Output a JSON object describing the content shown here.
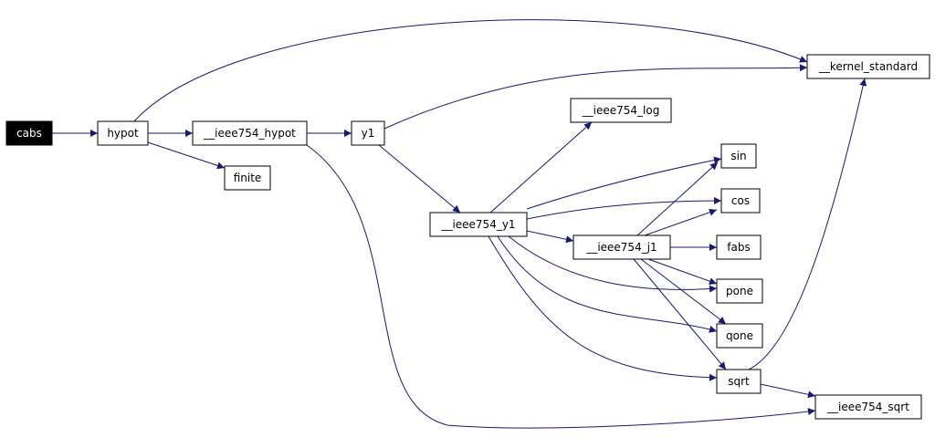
{
  "graph": {
    "colors": {
      "edge": "#191970",
      "node_fill": "#ffffff",
      "node_stroke": "#000000",
      "root_fill": "#000000",
      "root_text": "#ffffff",
      "text": "#000000"
    },
    "nodes": [
      {
        "id": "cabs",
        "label": "cabs",
        "root": true
      },
      {
        "id": "hypot",
        "label": "hypot"
      },
      {
        "id": "ieee754_hypot",
        "label": "__ieee754_hypot"
      },
      {
        "id": "finite",
        "label": "finite"
      },
      {
        "id": "y1",
        "label": "y1"
      },
      {
        "id": "kernel_standard",
        "label": "__kernel_standard"
      },
      {
        "id": "ieee754_log",
        "label": "__ieee754_log"
      },
      {
        "id": "ieee754_y1",
        "label": "__ieee754_y1"
      },
      {
        "id": "sin",
        "label": "sin"
      },
      {
        "id": "cos",
        "label": "cos"
      },
      {
        "id": "ieee754_j1",
        "label": "__ieee754_j1"
      },
      {
        "id": "fabs",
        "label": "fabs"
      },
      {
        "id": "pone",
        "label": "pone"
      },
      {
        "id": "qone",
        "label": "qone"
      },
      {
        "id": "sqrt",
        "label": "sqrt"
      },
      {
        "id": "ieee754_sqrt",
        "label": "__ieee754_sqrt"
      }
    ],
    "edges": [
      {
        "from": "cabs",
        "to": "hypot"
      },
      {
        "from": "hypot",
        "to": "kernel_standard"
      },
      {
        "from": "hypot",
        "to": "ieee754_hypot"
      },
      {
        "from": "hypot",
        "to": "finite"
      },
      {
        "from": "ieee754_hypot",
        "to": "y1"
      },
      {
        "from": "ieee754_hypot",
        "to": "ieee754_sqrt"
      },
      {
        "from": "y1",
        "to": "kernel_standard"
      },
      {
        "from": "y1",
        "to": "ieee754_y1"
      },
      {
        "from": "ieee754_y1",
        "to": "ieee754_log"
      },
      {
        "from": "ieee754_y1",
        "to": "sin"
      },
      {
        "from": "ieee754_y1",
        "to": "cos"
      },
      {
        "from": "ieee754_y1",
        "to": "ieee754_j1"
      },
      {
        "from": "ieee754_y1",
        "to": "pone"
      },
      {
        "from": "ieee754_y1",
        "to": "qone"
      },
      {
        "from": "ieee754_y1",
        "to": "sqrt"
      },
      {
        "from": "ieee754_j1",
        "to": "sin"
      },
      {
        "from": "ieee754_j1",
        "to": "cos"
      },
      {
        "from": "ieee754_j1",
        "to": "fabs"
      },
      {
        "from": "ieee754_j1",
        "to": "pone"
      },
      {
        "from": "ieee754_j1",
        "to": "qone"
      },
      {
        "from": "ieee754_j1",
        "to": "sqrt"
      },
      {
        "from": "sqrt",
        "to": "kernel_standard"
      },
      {
        "from": "sqrt",
        "to": "ieee754_sqrt"
      }
    ]
  }
}
